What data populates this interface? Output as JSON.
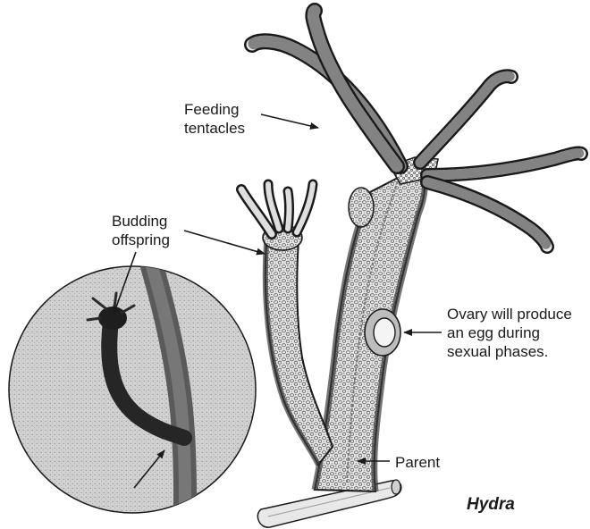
{
  "figure": {
    "title": "Hydra",
    "labels": {
      "feeding_tentacles": "Feeding\ntentacles",
      "budding_offspring": "Budding\noffspring",
      "ovary": "Ovary will produce\nan egg during\nsexual phases.",
      "parent": "Parent"
    }
  },
  "colors": {
    "ink": "#1a1a1a",
    "tissue_dark": "#3a3a3a",
    "tissue_mid": "#8a8a8a",
    "tissue_light": "#d6d6d6",
    "stipple_bg": "#cfcfcf"
  }
}
